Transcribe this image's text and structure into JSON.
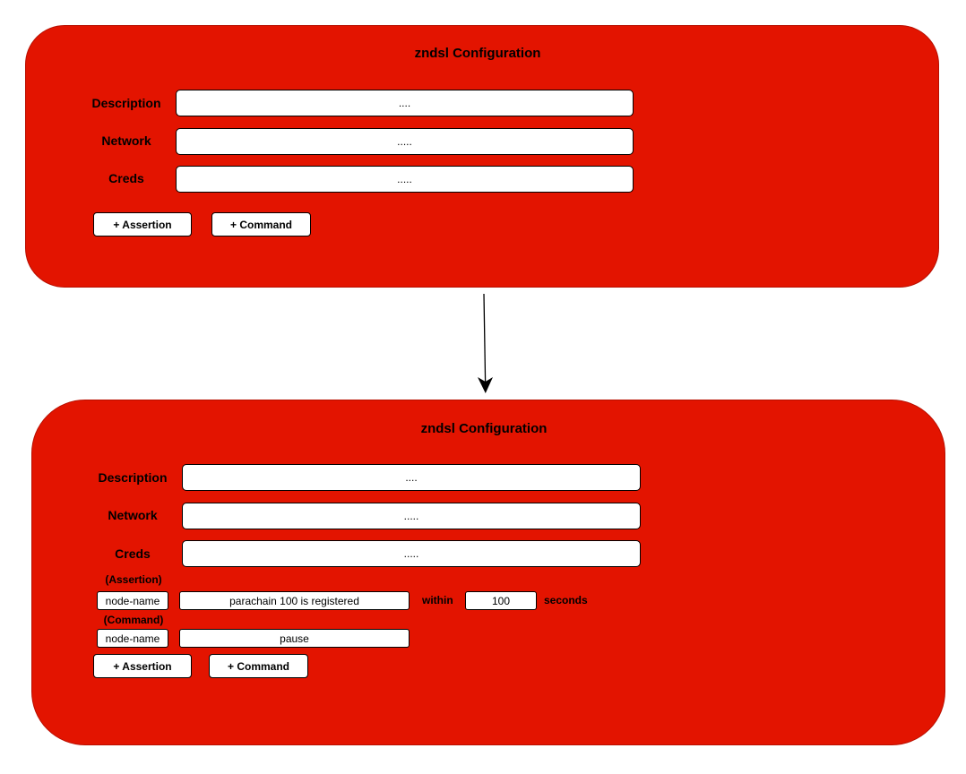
{
  "top_panel": {
    "title": "zndsl Configuration",
    "fields": [
      {
        "label": "Description",
        "value": "...."
      },
      {
        "label": "Network",
        "value": "....."
      },
      {
        "label": "Creds",
        "value": "....."
      }
    ],
    "buttons": {
      "assertion": "+ Assertion",
      "command": "+ Command"
    }
  },
  "bottom_panel": {
    "title": "zndsl Configuration",
    "fields": [
      {
        "label": "Description",
        "value": "...."
      },
      {
        "label": "Network",
        "value": "....."
      },
      {
        "label": "Creds",
        "value": "....."
      }
    ],
    "assertion": {
      "section_label": "(Assertion)",
      "node": "node-name",
      "condition": "parachain 100 is registered",
      "within_label": "within",
      "timeout": "100",
      "unit_label": "seconds"
    },
    "command": {
      "section_label": "(Command)",
      "node": "node-name",
      "action": "pause"
    },
    "buttons": {
      "assertion": "+ Assertion",
      "command": "+ Command"
    }
  },
  "colors": {
    "panel": "#e31400",
    "field": "#ffffff",
    "arrow": "#000000"
  }
}
